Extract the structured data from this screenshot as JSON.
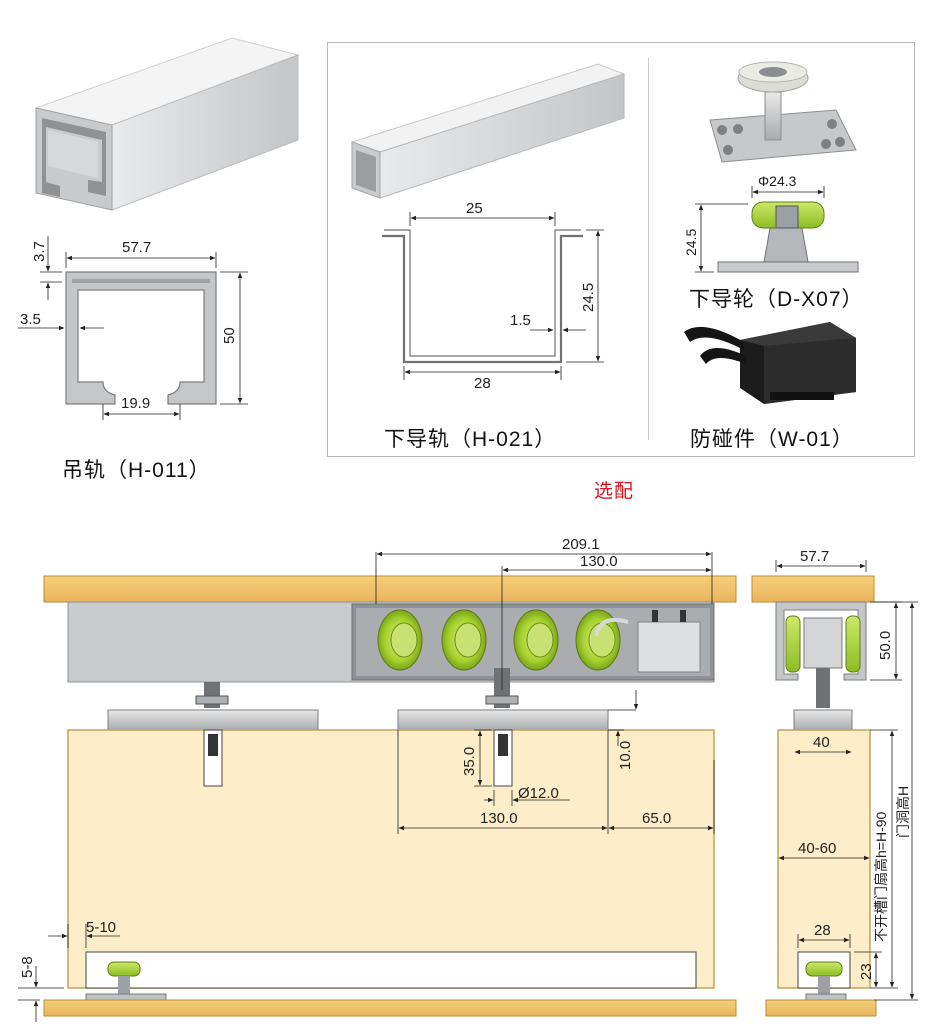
{
  "captions": {
    "hanging_rail": "吊轨（H-011）",
    "lower_guide_rail": "下导轨（H-021）",
    "lower_guide_wheel": "下导轮（D-X07）",
    "bumper": "防碰件（W-01）",
    "optional": "选配"
  },
  "dims": {
    "rail_width": "57.7",
    "rail_lip": "3.7",
    "rail_wall": "3.5",
    "rail_height": "50",
    "rail_slot": "19.9",
    "guide_width": "25",
    "guide_height": "24.5",
    "guide_thickness": "1.5",
    "guide_bottom": "28",
    "wheel_diameter": "Φ24.3",
    "wheel_height": "24.5",
    "carriage_total": "209.1",
    "carriage_pitch_top": "130.0",
    "bolt_depth": "35.0",
    "plate_gap": "10.0",
    "bolt_dia": "Ø12.0",
    "plate_pitch": "130.0",
    "end_offset": "65.0",
    "floor_gap": "5-8",
    "guide_inset": "5-10",
    "side_width": "57.7",
    "side_height": "50.0",
    "plate_width": "40",
    "door_thickness": "40-60",
    "groove_width": "28",
    "groove_depth": "23",
    "door_leaf_height": "不开槽门扇高h=H-90",
    "opening_height": "门洞高H"
  }
}
